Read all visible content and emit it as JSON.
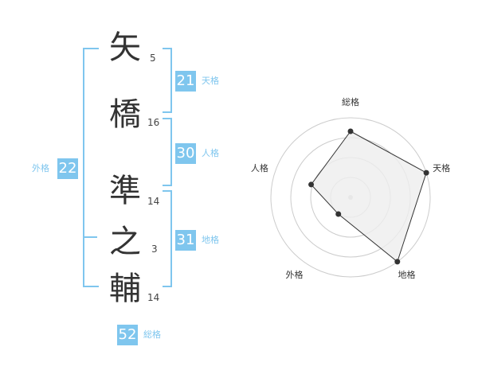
{
  "name_chars": [
    {
      "char": "矢",
      "strokes": "5"
    },
    {
      "char": "橋",
      "strokes": "16"
    },
    {
      "char": "準",
      "strokes": "14"
    },
    {
      "char": "之",
      "strokes": "3"
    },
    {
      "char": "輔",
      "strokes": "14"
    }
  ],
  "scores": {
    "tenkaku": {
      "value": "21",
      "label": "天格"
    },
    "jinkaku": {
      "value": "30",
      "label": "人格"
    },
    "chikaku": {
      "value": "31",
      "label": "地格"
    },
    "gaikaku": {
      "value": "22",
      "label": "外格"
    },
    "soukaku": {
      "value": "52",
      "label": "総格"
    }
  },
  "chart_data": {
    "type": "radar",
    "axes": [
      "総格",
      "天格",
      "地格",
      "外格",
      "人格"
    ],
    "values": [
      0.83,
      1.0,
      1.0,
      0.26,
      0.52
    ],
    "scale_max": 1.0,
    "rings": 4,
    "colors": {
      "accent": "#7fc6ee",
      "fill": "#eeeeee",
      "line": "#333333",
      "grid": "#cccccc"
    }
  }
}
